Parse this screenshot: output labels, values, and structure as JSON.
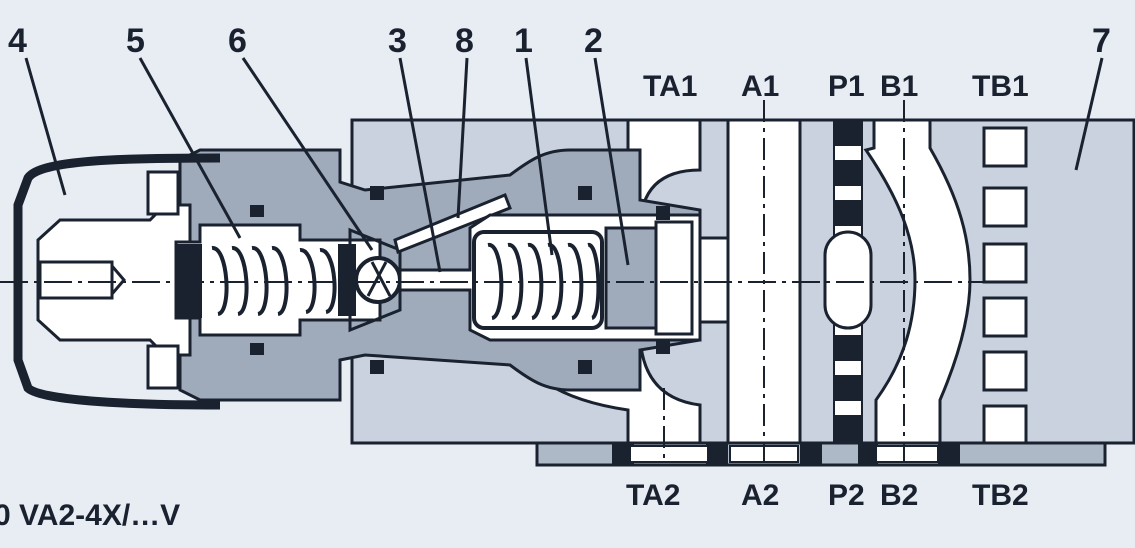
{
  "diagram": {
    "part_numbers": [
      "4",
      "5",
      "6",
      "3",
      "8",
      "1",
      "2",
      "7"
    ],
    "ports_top": [
      "TA1",
      "A1",
      "P1",
      "B1",
      "TB1"
    ],
    "ports_bottom": [
      "TA2",
      "A2",
      "P2",
      "B2",
      "TB2"
    ],
    "model_code": "0 VA2-4X/…V",
    "colors": {
      "background": "#e8ecf3",
      "body": "#c9d2de",
      "valve_housing": "#9fabbb",
      "light": "#ffffff",
      "dark": "#1a2230"
    }
  }
}
